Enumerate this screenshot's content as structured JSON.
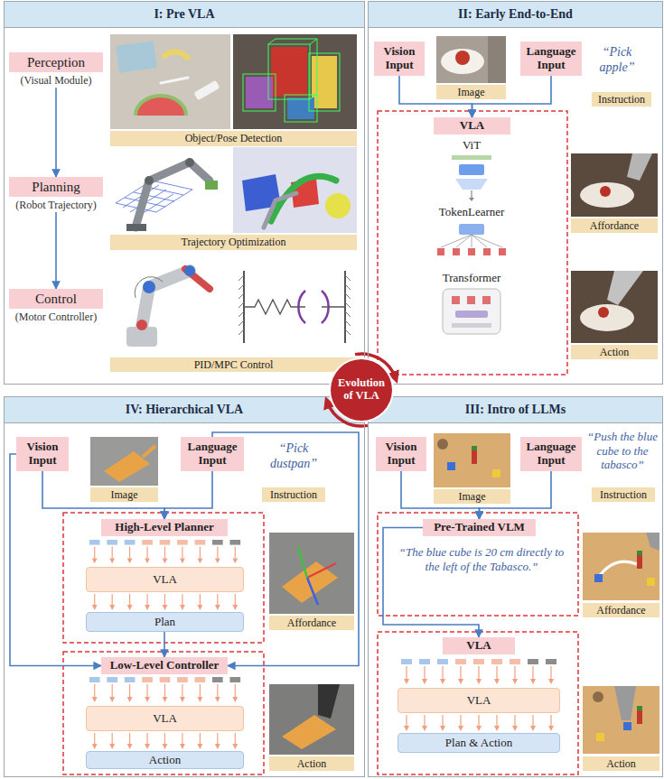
{
  "diagram": {
    "nodes": [
      {
        "text": [
          "I: Pre VLA"
        ]
      },
      {
        "text": [
          "Perception",
          "(Visual Module)"
        ],
        "in": 0
      },
      {
        "text": [
          "Object/Pose Detection"
        ],
        "in": 0
      },
      {
        "text": [
          "Planning",
          "(Robot Trajectory)"
        ],
        "in": 0
      },
      {
        "text": [
          "Trajectory Optimization"
        ],
        "in": 0
      },
      {
        "text": [
          "Control",
          "(Motor Controller)"
        ],
        "in": 0
      },
      {
        "text": [
          "PID/MPC Control"
        ],
        "in": 0
      },
      {
        "text": [
          "II: Early End-to-End"
        ]
      },
      {
        "text": [
          "Vision Input"
        ],
        "in": 7
      },
      {
        "text": [
          "Image"
        ],
        "in": 7
      },
      {
        "text": [
          "Language Input"
        ],
        "in": 7
      },
      {
        "text": [
          "Instruction"
        ],
        "in": 7
      },
      {
        "text": [
          "VLA"
        ],
        "in": 7
      },
      {
        "text": [
          "Affordance"
        ],
        "in": 7
      },
      {
        "text": [
          "Action"
        ],
        "in": 7
      },
      {
        "text": [
          "Evolution of VLA"
        ]
      },
      {
        "text": [
          "IV: Hierarchical VLA"
        ]
      },
      {
        "text": [
          "Vision Input"
        ],
        "in": 16
      },
      {
        "text": [
          "Image"
        ],
        "in": 16
      },
      {
        "text": [
          "Language Input"
        ],
        "in": 16
      },
      {
        "text": [
          "Instruction"
        ],
        "in": 16
      },
      {
        "text": [
          "High-Level Planner"
        ],
        "in": 16
      },
      {
        "text": [
          "VLA"
        ],
        "in": 16
      },
      {
        "text": [
          "Plan"
        ],
        "in": 16
      },
      {
        "text": [
          "Affordance"
        ],
        "in": 16
      },
      {
        "text": [
          "Low-Level Controller"
        ],
        "in": 16
      },
      {
        "text": [
          "VLA"
        ],
        "in": 16
      },
      {
        "text": [
          "Action"
        ],
        "in": 16
      },
      {
        "text": [
          "Action"
        ],
        "in": 16
      },
      {
        "text": [
          "III: Intro of LLMs"
        ]
      },
      {
        "text": [
          "Vision Input"
        ],
        "in": 29
      },
      {
        "text": [
          "Image"
        ],
        "in": 29
      },
      {
        "text": [
          "Language Input"
        ],
        "in": 29
      },
      {
        "text": [
          "Instruction"
        ],
        "in": 29
      },
      {
        "text": [
          "Pre-Trained VLM"
        ],
        "in": 29
      },
      {
        "text": [
          "Affordance"
        ],
        "in": 29
      },
      {
        "text": [
          "VLA"
        ],
        "in": 29
      },
      {
        "text": [
          "VLA"
        ],
        "in": 29
      },
      {
        "text": [
          "Plan & Action"
        ],
        "in": 29
      },
      {
        "text": [
          "Action"
        ],
        "in": 29
      }
    ],
    "edges": [
      {
        "from": 1,
        "to": 3,
        "arrow": "to"
      },
      {
        "from": 3,
        "to": 5,
        "arrow": "to"
      },
      {
        "from": 8,
        "to": 12,
        "arrow": "to"
      },
      {
        "from": 10,
        "to": 12,
        "arrow": "to"
      },
      {
        "from": 17,
        "to": 21,
        "arrow": "to"
      },
      {
        "from": 19,
        "to": 21,
        "arrow": "to"
      },
      {
        "from": 23,
        "to": 25,
        "arrow": "to"
      },
      {
        "from": 17,
        "to": 25,
        "arrow": "to"
      },
      {
        "from": 19,
        "to": 25,
        "arrow": "to"
      },
      {
        "from": 30,
        "to": 34,
        "arrow": "to"
      },
      {
        "from": 32,
        "to": 34,
        "arrow": "to"
      },
      {
        "from": 34,
        "to": 36,
        "arrow": "to"
      }
    ],
    "labels": [
      "“Pick apple”",
      "ViT",
      "TokenLearner",
      "Transformer",
      "“Pick dustpan”",
      "“Push the blue cube to the tabasco”",
      "“The blue cube is 20 cm directly to the left of the Tabasco.”"
    ]
  }
}
